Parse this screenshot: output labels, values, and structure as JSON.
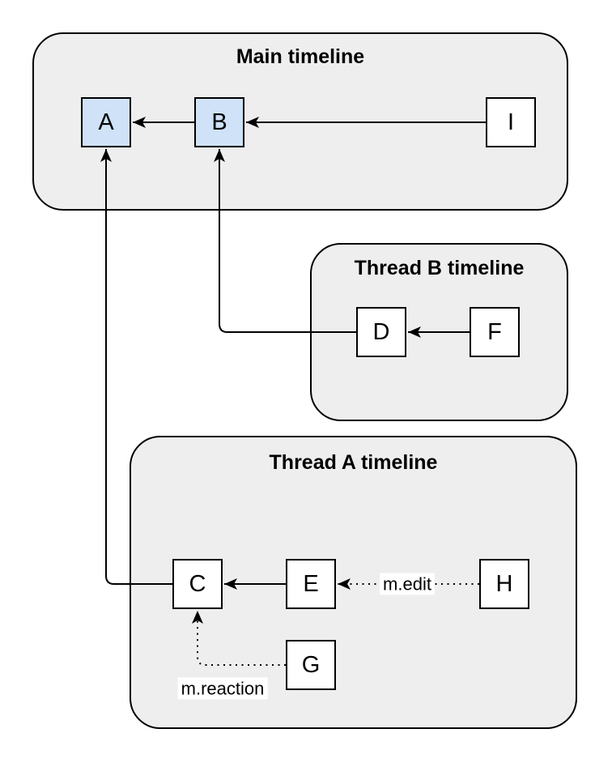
{
  "diagram": {
    "containers": {
      "main": {
        "title": "Main timeline"
      },
      "thread_b": {
        "title": "Thread B timeline"
      },
      "thread_a": {
        "title": "Thread A timeline"
      }
    },
    "nodes": {
      "a": {
        "label": "A",
        "container": "main",
        "highlighted": true
      },
      "b": {
        "label": "B",
        "container": "main",
        "highlighted": true
      },
      "i": {
        "label": "I",
        "container": "main",
        "highlighted": false
      },
      "d": {
        "label": "D",
        "container": "thread_b",
        "highlighted": false
      },
      "f": {
        "label": "F",
        "container": "thread_b",
        "highlighted": false
      },
      "c": {
        "label": "C",
        "container": "thread_a",
        "highlighted": false
      },
      "e": {
        "label": "E",
        "container": "thread_a",
        "highlighted": false
      },
      "h": {
        "label": "H",
        "container": "thread_a",
        "highlighted": false
      },
      "g": {
        "label": "G",
        "container": "thread_a",
        "highlighted": false
      }
    },
    "edges": [
      {
        "from": "B",
        "to": "A",
        "style": "solid",
        "label": ""
      },
      {
        "from": "I",
        "to": "B",
        "style": "solid",
        "label": ""
      },
      {
        "from": "F",
        "to": "D",
        "style": "solid",
        "label": ""
      },
      {
        "from": "E",
        "to": "C",
        "style": "solid",
        "label": ""
      },
      {
        "from": "D",
        "to": "B",
        "style": "solid",
        "label": ""
      },
      {
        "from": "C",
        "to": "A",
        "style": "solid",
        "label": ""
      },
      {
        "from": "H",
        "to": "E",
        "style": "dotted",
        "label": "m.edit"
      },
      {
        "from": "G",
        "to": "C",
        "style": "dotted",
        "label": "m.reaction"
      }
    ],
    "colors": {
      "container_fill": "#eeeeee",
      "container_stroke": "#000000",
      "node_fill": "#ffffff",
      "node_highlight_fill": "#cfe2f7",
      "node_stroke": "#000000",
      "edge_stroke": "#000000",
      "edge_label_background": "#ffffff",
      "text": "#000000"
    }
  }
}
